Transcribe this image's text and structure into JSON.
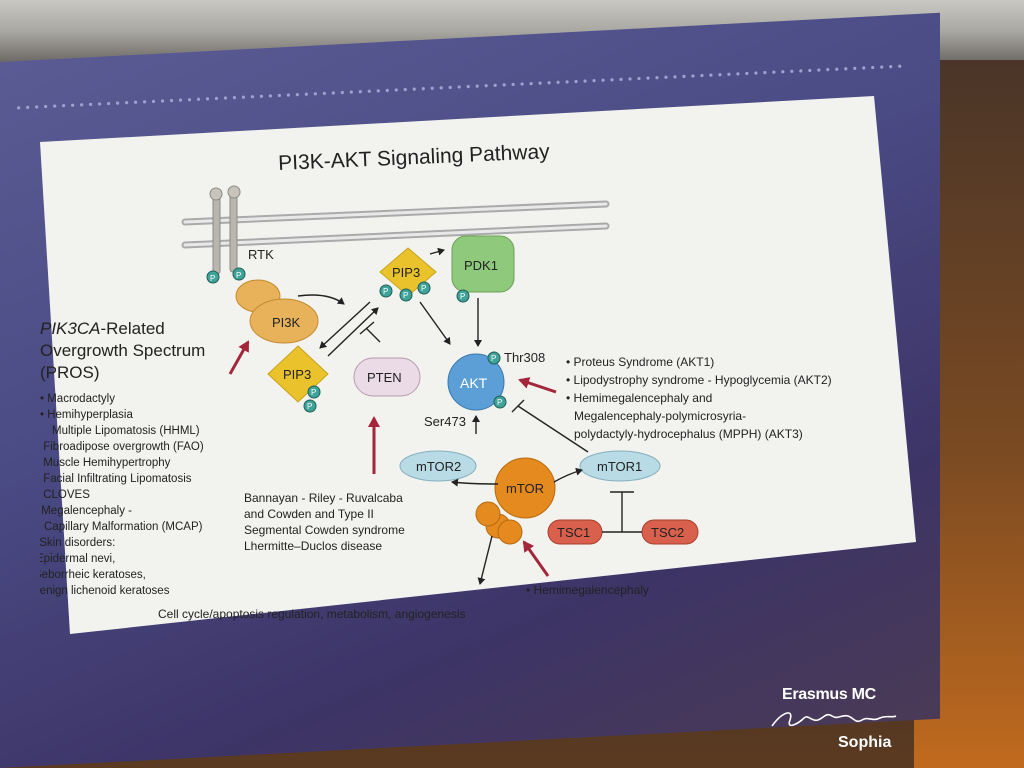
{
  "title": "PI3K-AKT Signaling Pathway",
  "nodes": {
    "rtk": "RTK",
    "pip3_top": "PIP3",
    "pdk1": "PDK1",
    "pi3k": "PI3K",
    "pip3_left": "PIP3",
    "pten": "PTEN",
    "akt": "AKT",
    "thr308": "Thr308",
    "ser473": "Ser473",
    "mtor2": "mTOR2",
    "mtor": "mTOR",
    "mtor1": "mTOR1",
    "tsc1": "TSC1",
    "tsc2": "TSC2",
    "phospho": "P"
  },
  "pros": {
    "title_italic": "PIK3CA",
    "title_rest": "-Related",
    "title_line2": "Overgrowth Spectrum",
    "title_line3": "(PROS)",
    "items": [
      "• Macrodactyly",
      "• Hemihyperplasia",
      "Multiple Lipomatosis (HHML)",
      "• Fibroadipose overgrowth (FAO)",
      "• Muscle Hemihypertrophy",
      "• Facial Infiltrating Lipomatosis",
      "• CLOVES",
      "• Megalencephaly -",
      "Capillary Malformation (MCAP)",
      "• Skin disorders:",
      "Epidermal nevi,",
      "Seborrheic keratoses,",
      "Benign lichenoid keratoses"
    ]
  },
  "akt_disorders": [
    "• Proteus Syndrome (AKT1)",
    "• Lipodystrophy syndrome - Hypoglycemia (AKT2)",
    "• Hemimegalencephaly and",
    "Megalencephaly-polymicrosyria-",
    "polydactyly-hydrocephalus (MPPH) (AKT3)"
  ],
  "pten_disorders": [
    "Bannayan - Riley - Ruvalcaba",
    "and Cowden and Type II",
    "Segmental Cowden syndrome",
    "Lhermitte–Duclos disease"
  ],
  "mtor_disorder": "• Hemimegalencephaly",
  "outcome": "Cell cycle/apoptosis regulation, metabolism, angiogenesis",
  "logo": {
    "line1": "Erasmus MC",
    "line2": "Sophia"
  },
  "colors": {
    "pip3": "#e9c22c",
    "pdk1": "#8fc97c",
    "pi3k": "#e8b25a",
    "pten": "#eadbe6",
    "akt": "#5b9fd6",
    "mtor": "#e58a1f",
    "mtor_complex": "#b8dbe6",
    "tsc": "#d9604c",
    "phospho": "#3fa39a",
    "disease_arrow": "#a3263a"
  }
}
